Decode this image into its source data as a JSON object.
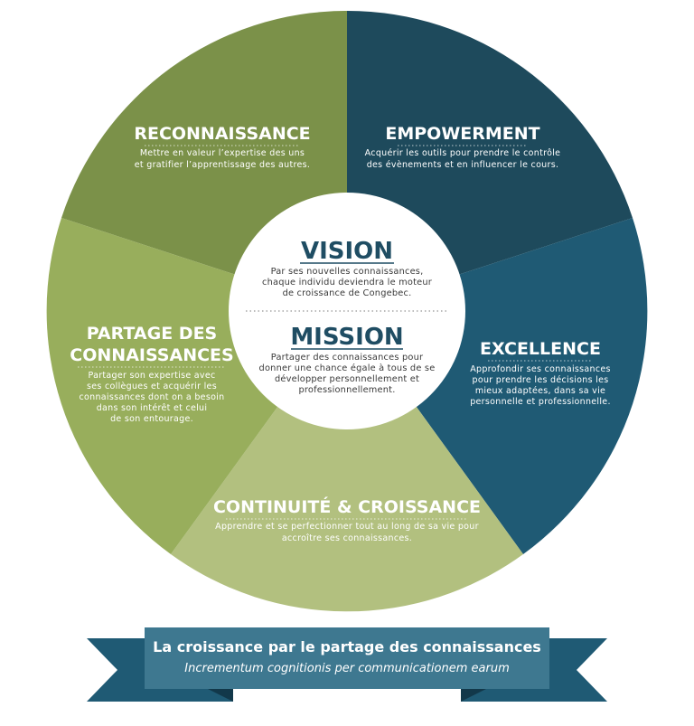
{
  "colors": {
    "reconnaissance": "#7b9149",
    "empowerment": "#1e4a5c",
    "excellence": "#1f5a74",
    "continuite": "#b2c07f",
    "partage": "#98ae5c",
    "center": "#ffffff",
    "ribbon": "#1f5a74",
    "banner": "#3e7890"
  },
  "segments": {
    "reconnaissance": {
      "title": "RECONNAISSANCE",
      "lines": [
        "Mettre en valeur l’expertise des uns",
        "et gratifier l’apprentissage des autres."
      ]
    },
    "empowerment": {
      "title": "EMPOWERMENT",
      "lines": [
        "Acquérir les outils pour prendre le contrôle",
        "des évènements et en influencer le cours."
      ]
    },
    "excellence": {
      "title": "EXCELLENCE",
      "lines": [
        "Approfondir ses connaissances",
        "pour prendre les décisions les",
        "mieux adaptées, dans sa vie",
        "personnelle et professionnelle."
      ]
    },
    "continuite": {
      "title": "CONTINUITÉ & CROISSANCE",
      "lines": [
        "Apprendre et se perfectionner tout au long de sa vie pour",
        "accroître ses connaissances."
      ]
    },
    "partage": {
      "title_lines": [
        "PARTAGE DES",
        "CONNAISSANCES"
      ],
      "lines": [
        "Partager son expertise avec",
        "ses collègues et acquérir les",
        "connaissances dont on a besoin",
        "dans son intérêt et celui",
        "de son entourage."
      ]
    }
  },
  "center": {
    "vision": {
      "title": "VISION",
      "lines": [
        "Par ses nouvelles connaissances,",
        "chaque individu deviendra le moteur",
        "de croissance de Congebec."
      ]
    },
    "mission": {
      "title": "MISSION",
      "lines": [
        "Partager des connaissances pour",
        "donner une chance égale à tous de se",
        "développer personnellement et",
        "professionnellement."
      ]
    }
  },
  "banner": {
    "title": "La croissance par le partage des connaissances",
    "subtitle": "Incrementum cognitionis per communicationem earum"
  }
}
